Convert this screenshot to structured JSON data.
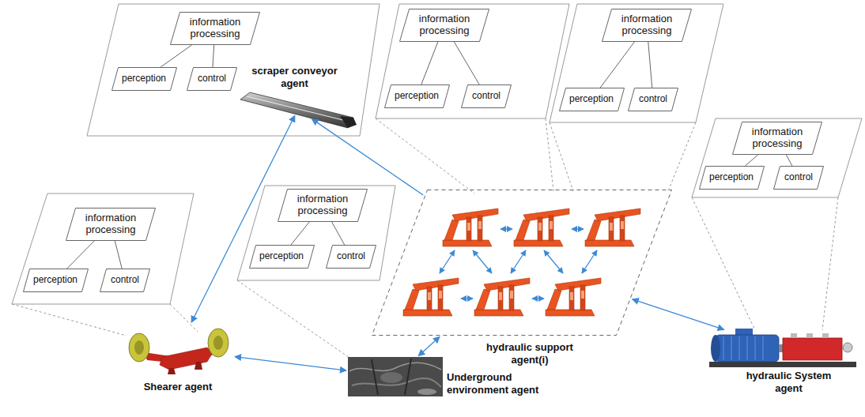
{
  "diagram": {
    "nodes": [
      {
        "text": [
          "information processing"
        ]
      },
      {
        "text": [
          "perception"
        ]
      },
      {
        "text": [
          "control"
        ]
      },
      {
        "text": [
          "scraper conveyor agent"
        ]
      },
      {
        "text": [
          "information processing"
        ]
      },
      {
        "text": [
          "perception"
        ]
      },
      {
        "text": [
          "control"
        ]
      },
      {
        "text": [
          "information processing"
        ]
      },
      {
        "text": [
          "perception"
        ]
      },
      {
        "text": [
          "control"
        ]
      },
      {
        "text": [
          "information processing"
        ]
      },
      {
        "text": [
          "perception"
        ]
      },
      {
        "text": [
          "control"
        ]
      },
      {
        "text": [
          "information processing"
        ]
      },
      {
        "text": [
          "perception"
        ]
      },
      {
        "text": [
          "control"
        ]
      },
      {
        "text": [
          "information processing"
        ]
      },
      {
        "text": [
          "perception"
        ]
      },
      {
        "text": [
          "control"
        ]
      },
      {
        "text": [
          "hydraulic support agent(i)"
        ]
      },
      {
        "text": [
          "hydraulic System agent"
        ]
      },
      {
        "text": [
          "Shearer agent"
        ]
      },
      {
        "text": [
          "Underground environment agent"
        ]
      }
    ],
    "edges": [
      {
        "from": 0,
        "to": 1,
        "arrow": "none"
      },
      {
        "from": 0,
        "to": 2,
        "arrow": "none"
      },
      {
        "from": 4,
        "to": 5,
        "arrow": "none"
      },
      {
        "from": 4,
        "to": 6,
        "arrow": "none"
      },
      {
        "from": 7,
        "to": 8,
        "arrow": "none"
      },
      {
        "from": 7,
        "to": 9,
        "arrow": "none"
      },
      {
        "from": 10,
        "to": 11,
        "arrow": "none"
      },
      {
        "from": 10,
        "to": 12,
        "arrow": "none"
      },
      {
        "from": 13,
        "to": 14,
        "arrow": "none"
      },
      {
        "from": 13,
        "to": 15,
        "arrow": "none"
      },
      {
        "from": 16,
        "to": 17,
        "arrow": "none"
      },
      {
        "from": 16,
        "to": 18,
        "arrow": "none"
      },
      {
        "from": 21,
        "to": 3,
        "arrow": "both"
      },
      {
        "from": 21,
        "to": 22,
        "arrow": "both"
      },
      {
        "from": 19,
        "to": 3,
        "arrow": "to"
      },
      {
        "from": 22,
        "to": 19,
        "arrow": "both"
      },
      {
        "from": 19,
        "to": 20,
        "arrow": "both"
      }
    ]
  }
}
